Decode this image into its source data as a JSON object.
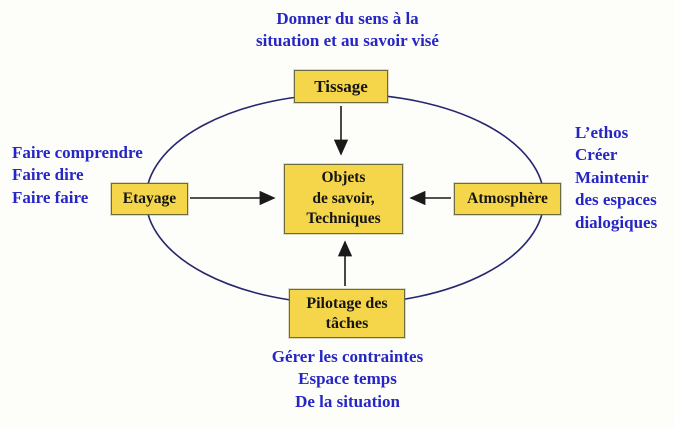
{
  "diagram": {
    "title_hint": "Multi-agenda teaching gestures diagram",
    "colors": {
      "box_fill": "#f5d64a",
      "box_border": "#6b6b3f",
      "note_text": "#2626c4",
      "line": "#26266e",
      "arrow": "#1a1a1a"
    },
    "boxes": {
      "center": "Objets\nde savoir,\nTechniques",
      "top": "Tissage",
      "left": "Etayage",
      "right": "Atmosphère",
      "bottom": "Pilotage des\ntâches"
    },
    "notes": {
      "top": "Donner du sens à la\nsituation et au savoir visé",
      "left": "Faire comprendre\nFaire dire\nFaire faire",
      "right": "L’ethos\nCréer\nMaintenir\ndes espaces\ndialogiques",
      "bottom": "Gérer les contraintes\nEspace temps\nDe la situation"
    }
  }
}
